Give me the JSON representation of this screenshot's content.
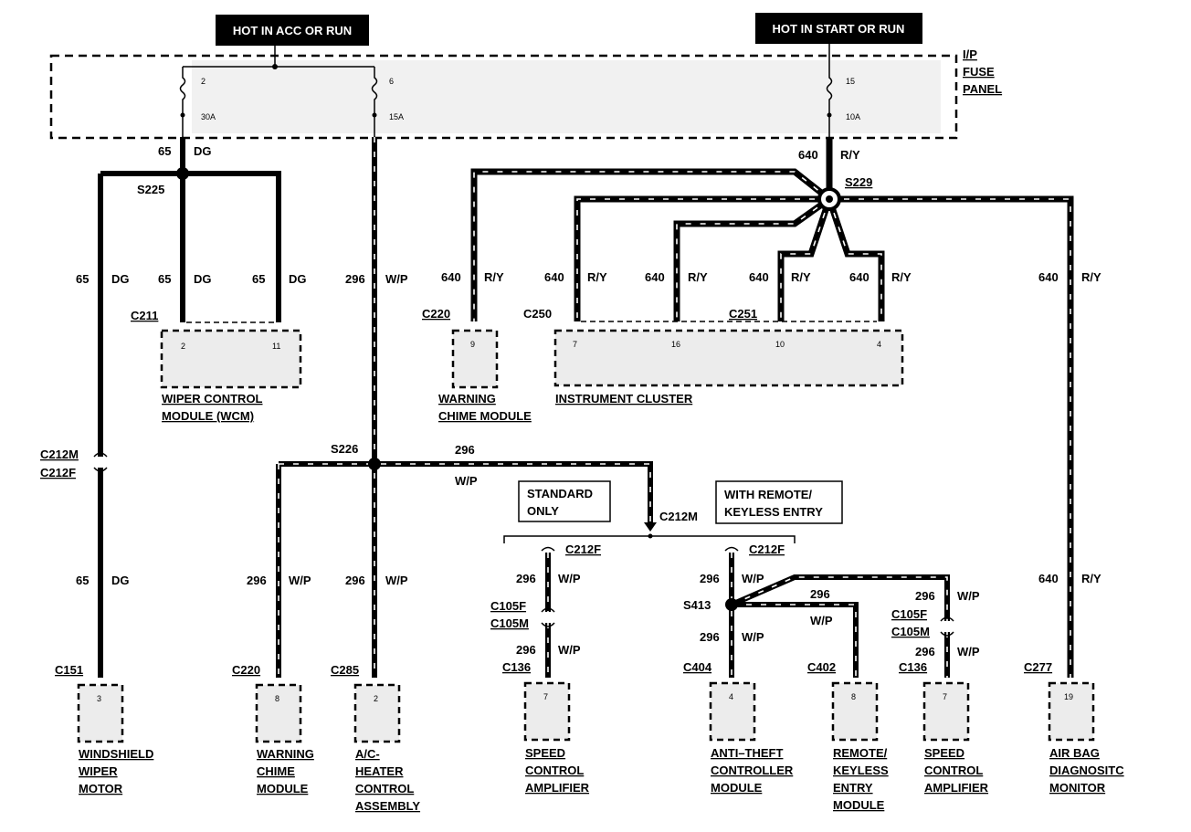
{
  "headers": {
    "hot_acc_run": "HOT IN ACC OR RUN",
    "hot_start_run": "HOT IN START OR RUN"
  },
  "fuse_panel": {
    "line1": "I/P",
    "line2": "FUSE",
    "line3": "PANEL",
    "fuses": [
      {
        "number": "2",
        "rating": "30A"
      },
      {
        "number": "6",
        "rating": "15A"
      },
      {
        "number": "15",
        "rating": "10A"
      }
    ]
  },
  "splices": {
    "s225": "S225",
    "s226": "S226",
    "s229": "S229",
    "s413": "S413"
  },
  "wires": {
    "c65": "65",
    "dg": "DG",
    "c296": "296",
    "wp": "W/P",
    "c640": "640",
    "ry": "R/Y"
  },
  "connectors": {
    "c211": "C211",
    "c220": "C220",
    "c250": "C250",
    "c251": "C251",
    "c212m": "C212M",
    "c212f": "C212F",
    "c151": "C151",
    "c285": "C285",
    "c105f": "C105F",
    "c105m": "C105M",
    "c136": "C136",
    "c404": "C404",
    "c402": "C402",
    "c277": "C277"
  },
  "pins": {
    "wcm_a": "2",
    "wcm_b": "11",
    "wcm_chime_top": "9",
    "ic_a": "7",
    "ic_b": "16",
    "ic_c": "10",
    "ic_d": "4",
    "wiper_motor": "3",
    "chime_bottom": "8",
    "ac_heater": "2",
    "speed1": "7",
    "antitheft": "4",
    "keyless": "8",
    "speed2": "7",
    "airbag": "19"
  },
  "notes": {
    "standard": [
      "STANDARD",
      "ONLY"
    ],
    "remote": [
      "WITH REMOTE/",
      "KEYLESS ENTRY"
    ]
  },
  "modules": {
    "wiper_control": [
      "WIPER CONTROL",
      "MODULE (WCM)"
    ],
    "warning_chime_top": [
      "WARNING",
      "CHIME MODULE"
    ],
    "instrument_cluster": [
      "INSTRUMENT CLUSTER"
    ],
    "wiper_motor": [
      "WINDSHIELD",
      "WIPER",
      "MOTOR"
    ],
    "warning_chime_bottom": [
      "WARNING",
      "CHIME",
      "MODULE"
    ],
    "ac_heater": [
      "A/C-",
      "HEATER",
      "CONTROL",
      "ASSEMBLY"
    ],
    "speed_amp1": [
      "SPEED",
      "CONTROL",
      "AMPLIFIER"
    ],
    "antitheft": [
      "ANTI–THEFT",
      "CONTROLLER",
      "MODULE"
    ],
    "keyless": [
      "REMOTE/",
      "KEYLESS",
      "ENTRY",
      "MODULE"
    ],
    "speed_amp2": [
      "SPEED",
      "CONTROL",
      "AMPLIFIER"
    ],
    "airbag": [
      "AIR BAG",
      "DIAGNOSITC",
      "MONITOR"
    ]
  }
}
